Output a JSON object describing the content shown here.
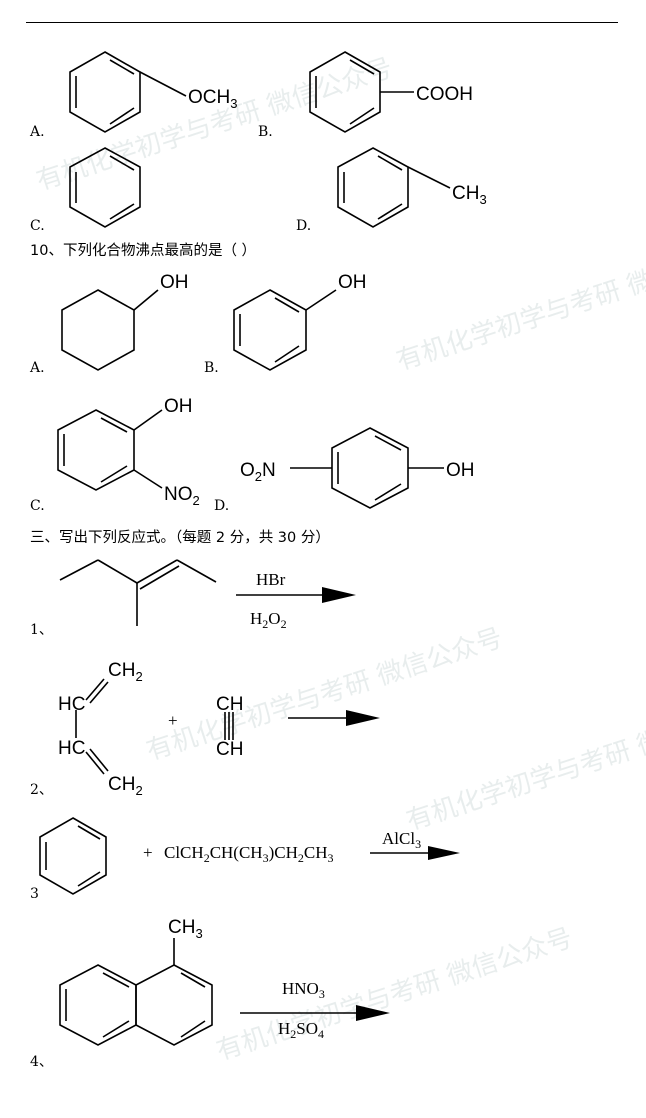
{
  "header_rule": true,
  "options_q9": {
    "A": {
      "label": "A.",
      "group": "OCH",
      "sub": "3"
    },
    "B": {
      "label": "B.",
      "group": "COOH"
    },
    "C": {
      "label": "C."
    },
    "D": {
      "label": "D.",
      "group": "CH",
      "sub": "3"
    }
  },
  "q10": {
    "title": "10、下列化合物沸点最高的是（  ）",
    "A": {
      "label": "A.",
      "group": "OH"
    },
    "B": {
      "label": "B.",
      "group": "OH"
    },
    "C": {
      "label": "C.",
      "group": "OH",
      "group2": "NO",
      "sub2": "2"
    },
    "D": {
      "label": "D.",
      "left": "O",
      "left_sub": "2",
      "left_n": "N",
      "right": "OH"
    }
  },
  "section3": {
    "title": "三、写出下列反应式。（每题 2 分，共 30 分）"
  },
  "reactions": [
    {
      "num": "1、",
      "reagent_top": "HBr",
      "reagent_bottom": "H",
      "reagent_bottom_sub": "2",
      "reagent_bottom_tail": "O",
      "reagent_bottom_sub2": "2"
    },
    {
      "num": "2、",
      "hc1": "HC",
      "ch2_top": "CH",
      "ch2_top_sub": "2",
      "hc2": "HC",
      "ch2_bot": "CH",
      "ch2_bot_sub": "2",
      "plus": "+",
      "ch_a": "CH",
      "ch_b": "CH"
    },
    {
      "num": "3",
      "plus": "+",
      "formula": "ClCH",
      "f_parts": [
        "ClCH",
        "2",
        "CH(CH",
        "3",
        ")CH",
        "2",
        "CH",
        "3"
      ],
      "reagent": "AlCl",
      "reagent_sub": "3"
    },
    {
      "num": "4、",
      "group": "CH",
      "sub": "3",
      "reagent_top": "HNO",
      "reagent_top_sub": "3",
      "reagent_bottom": "H",
      "reagent_bottom_sub": "2",
      "reagent_bottom_tail": "SO",
      "reagent_bottom_sub2": "4"
    }
  ],
  "watermark": "有机化学初学与考研  微信公众号"
}
